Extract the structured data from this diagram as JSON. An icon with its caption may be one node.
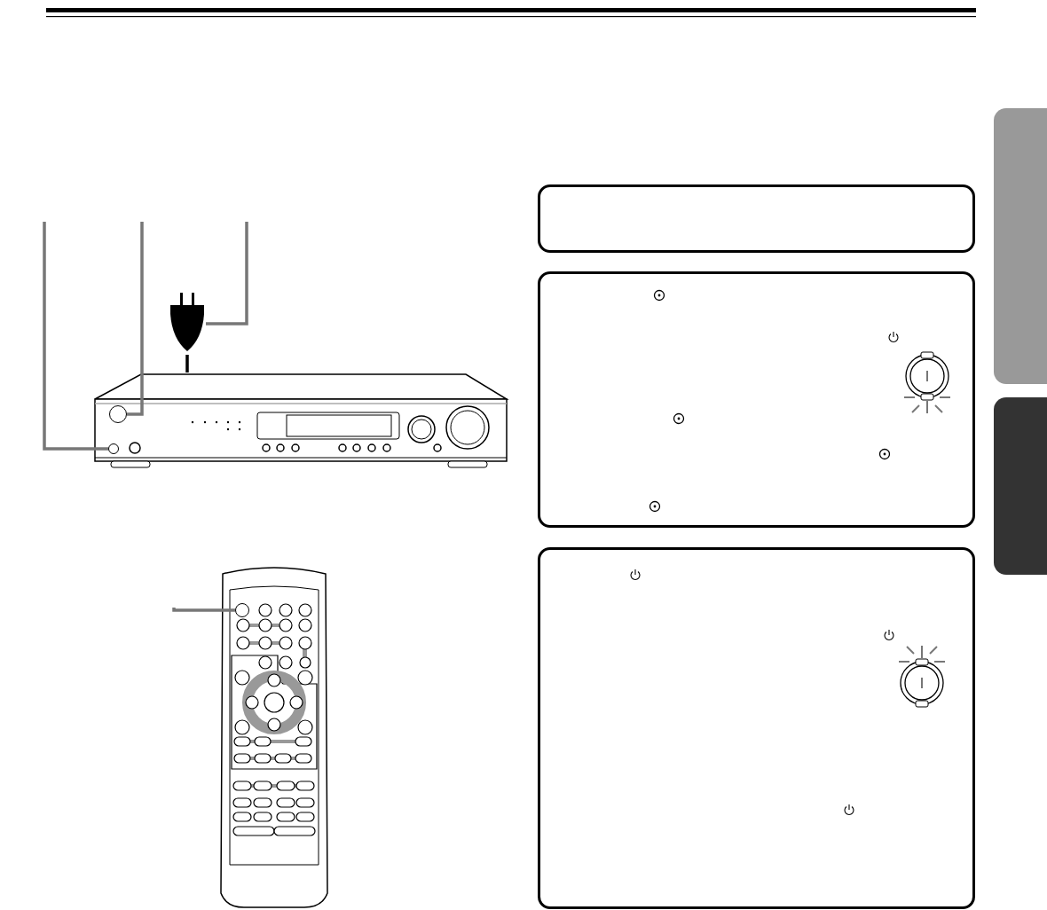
{
  "diagram": {
    "nodes": [
      {
        "text": [],
        "shape": "picture"
      },
      {
        "text": [],
        "shape": "circle",
        "in": 0
      },
      {
        "text": [],
        "shape": "circle",
        "in": 0
      },
      {
        "text": [],
        "shape": "picture"
      },
      {
        "text": [],
        "shape": "picture"
      },
      {
        "text": [],
        "shape": "circle",
        "in": 4
      },
      {
        "text": [],
        "shape": "box"
      },
      {
        "text": [],
        "shape": "box"
      },
      {
        "text": [],
        "shape": "box"
      },
      {
        "text": [],
        "shape": "box"
      },
      {
        "text": [],
        "shape": "box"
      }
    ],
    "edges": [
      {
        "from": null,
        "to": 2,
        "arrow": "none"
      },
      {
        "from": null,
        "to": 1,
        "arrow": "none"
      },
      {
        "from": null,
        "to": 3,
        "arrow": "none"
      },
      {
        "from": null,
        "to": 5,
        "arrow": "none"
      },
      {
        "from": 3,
        "to": 0,
        "arrow": "none",
        "color": "#000000"
      }
    ]
  }
}
